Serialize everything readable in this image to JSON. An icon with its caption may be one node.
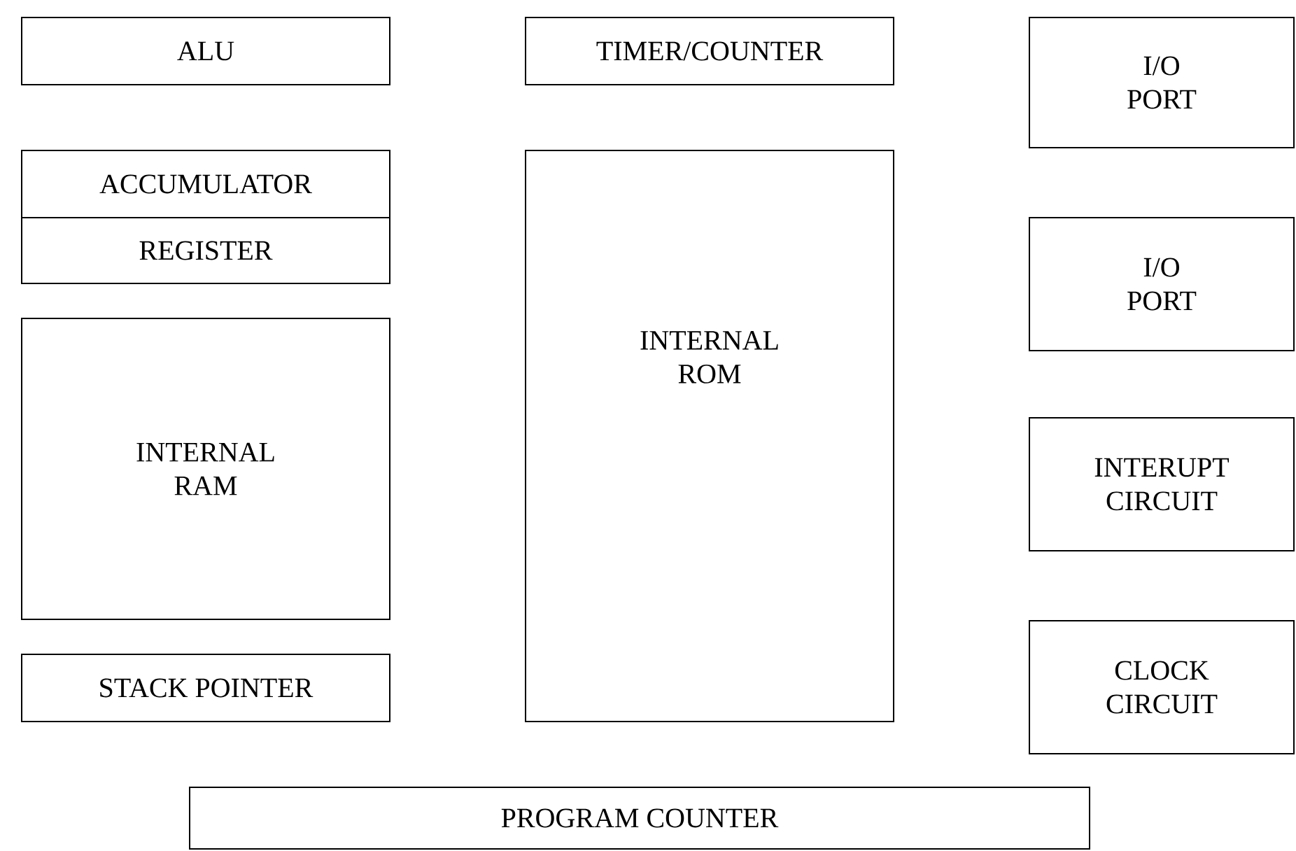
{
  "diagram": {
    "nodes": [
      {
        "text": [
          "ALU"
        ]
      },
      {
        "text": [
          "TIMER/COUNTER"
        ]
      },
      {
        "text": [
          "I/O PORT"
        ]
      },
      {
        "text": [
          "ACCUMULATOR"
        ]
      },
      {
        "text": [
          "REGISTER"
        ]
      },
      {
        "text": [
          "INTERNAL ROM"
        ]
      },
      {
        "text": [
          "I/O PORT"
        ]
      },
      {
        "text": [
          "INTERNAL RAM"
        ]
      },
      {
        "text": [
          "INTERUPT CIRCUIT"
        ]
      },
      {
        "text": [
          "STACK POINTER"
        ]
      },
      {
        "text": [
          "CLOCK CIRCUIT"
        ]
      },
      {
        "text": [
          "PROGRAM COUNTER"
        ]
      }
    ]
  }
}
